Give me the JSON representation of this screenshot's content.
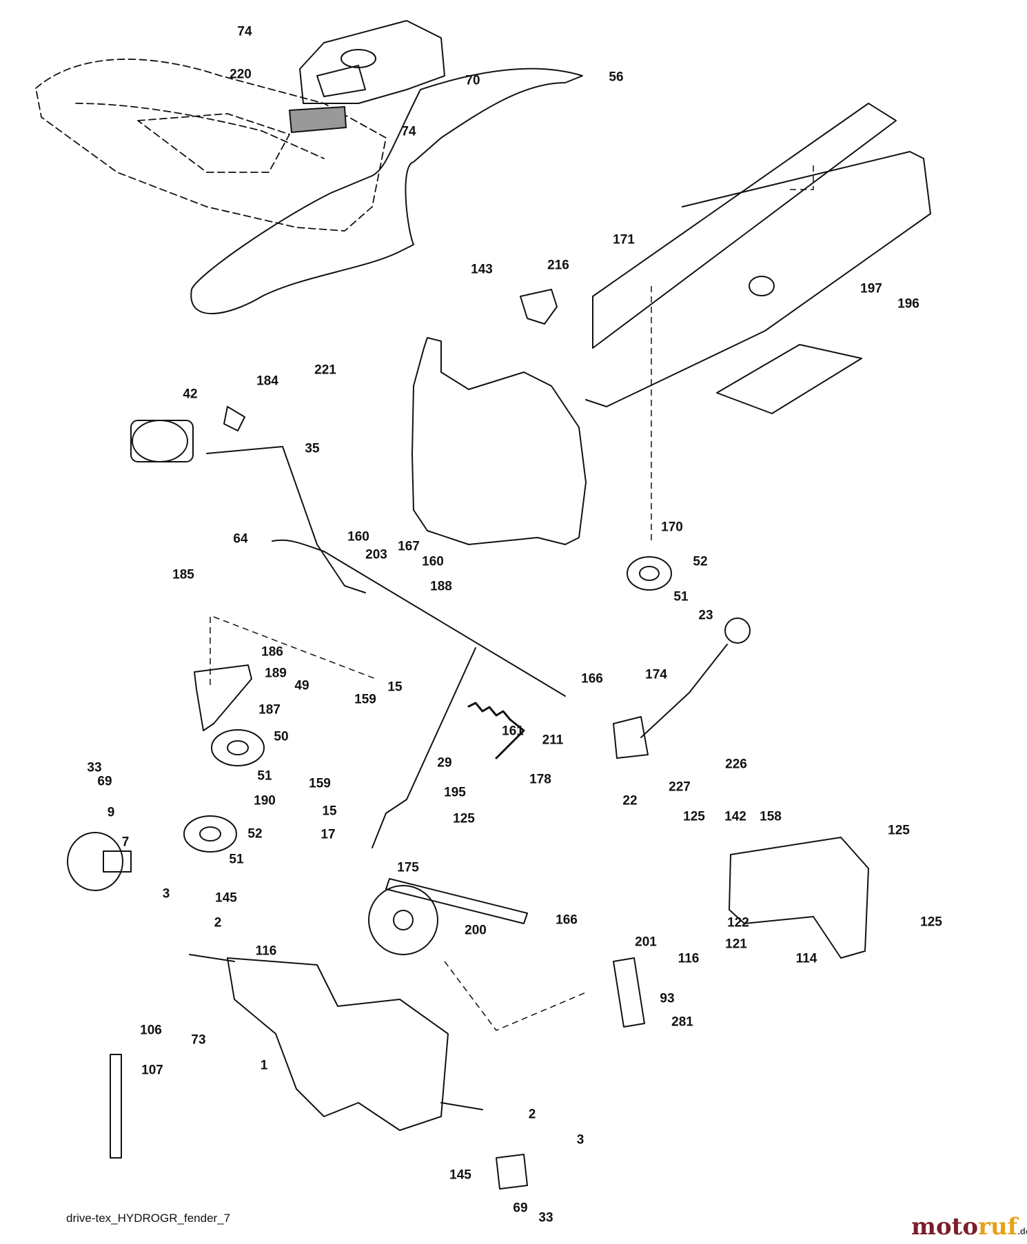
{
  "diagram": {
    "caption": "drive-tex_HYDROGR_fender_7",
    "brand": {
      "name_a": "moto",
      "name_b": "ruf",
      "suffix": ".de",
      "color": "#7a1f2b",
      "accent": "#e7a117"
    },
    "labels": [
      "74",
      "220",
      "70",
      "56",
      "74",
      "171",
      "216",
      "143",
      "197",
      "196",
      "221",
      "184",
      "42",
      "35",
      "170",
      "52",
      "51",
      "64",
      "160",
      "203",
      "167",
      "160",
      "188",
      "185",
      "186",
      "189",
      "49",
      "187",
      "50",
      "159",
      "15",
      "166",
      "211",
      "174",
      "23",
      "161",
      "226",
      "227",
      "178",
      "22",
      "33",
      "69",
      "51",
      "190",
      "9",
      "7",
      "52",
      "51",
      "159",
      "15",
      "17",
      "29",
      "195",
      "125",
      "125",
      "142",
      "158",
      "125",
      "175",
      "3",
      "145",
      "2",
      "166",
      "200",
      "201",
      "116",
      "116",
      "122",
      "121",
      "114",
      "125",
      "106",
      "73",
      "93",
      "281",
      "107",
      "1",
      "2",
      "3",
      "145",
      "69",
      "33"
    ]
  }
}
